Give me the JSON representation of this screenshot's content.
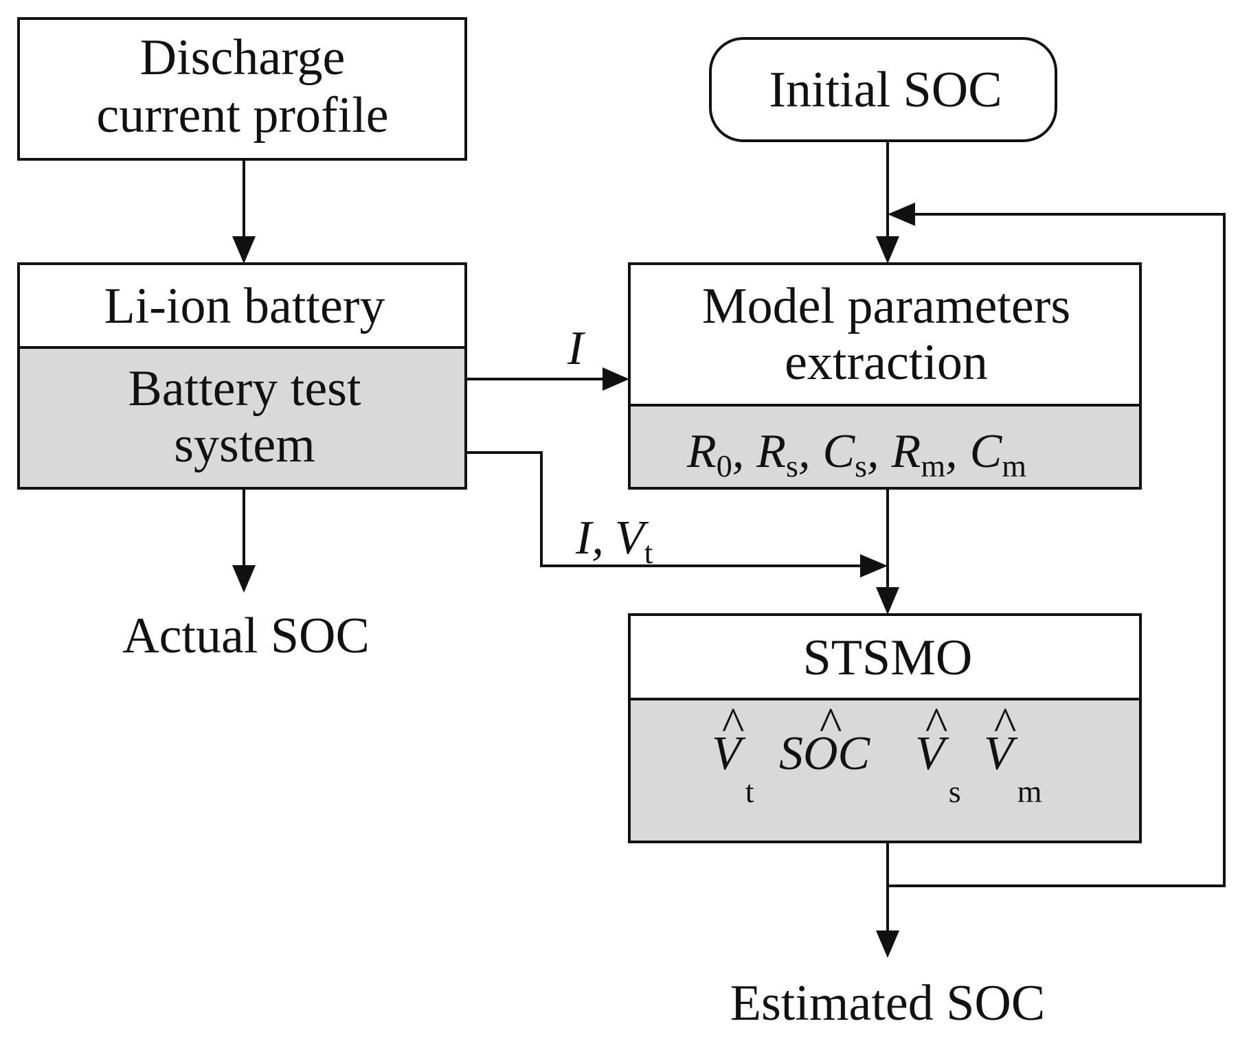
{
  "discharge": {
    "line1": "Discharge",
    "line2": "current profile"
  },
  "initial_soc": {
    "label": "Initial SOC"
  },
  "battery": {
    "header": "Li-ion battery",
    "body_line1": "Battery test",
    "body_line2": "system"
  },
  "model": {
    "header_line1": "Model parameters",
    "header_line2": "extraction",
    "params": [
      {
        "sym": "R",
        "sub": "0"
      },
      {
        "sym": "R",
        "sub": "s"
      },
      {
        "sym": "C",
        "sub": "s"
      },
      {
        "sym": "R",
        "sub": "m"
      },
      {
        "sym": "C",
        "sub": "m"
      }
    ],
    "separator": ","
  },
  "stsmo": {
    "header": "STSMO",
    "outputs": [
      {
        "hat": "^",
        "sym": "V",
        "sub": "t"
      },
      {
        "hat": "^",
        "sym": "SOC",
        "sub": ""
      },
      {
        "hat": "^",
        "sym": "V",
        "sub": "s"
      },
      {
        "hat": "^",
        "sym": "V",
        "sub": "m"
      }
    ]
  },
  "signals": {
    "current": "I",
    "current_voltage_sym1": "I",
    "current_voltage_sep": ",",
    "current_voltage_sym2": "V",
    "current_voltage_sub": "t"
  },
  "outputs": {
    "actual": "Actual SOC",
    "estimated": "Estimated SOC"
  },
  "colors": {
    "shade": "#d9d9d9",
    "stroke": "#111111",
    "background": "#ffffff"
  }
}
